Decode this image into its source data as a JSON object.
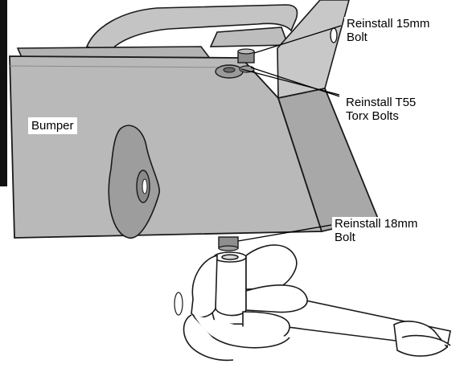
{
  "callouts": {
    "bolt_15mm": {
      "line1": "Reinstall 15mm",
      "line2": "Bolt"
    },
    "torx_t55": {
      "line1": "Reinstall T55",
      "line2": "Torx Bolts"
    },
    "bumper": {
      "text": "Bumper"
    },
    "bolt_18mm": {
      "line1": "Reinstall 18mm",
      "line2": "Bolt"
    }
  },
  "colors": {
    "panel_fill": "#b9b9b9",
    "panel_side": "#a8a8a8",
    "background": "#ffffff",
    "outline": "#1a1a1a"
  }
}
